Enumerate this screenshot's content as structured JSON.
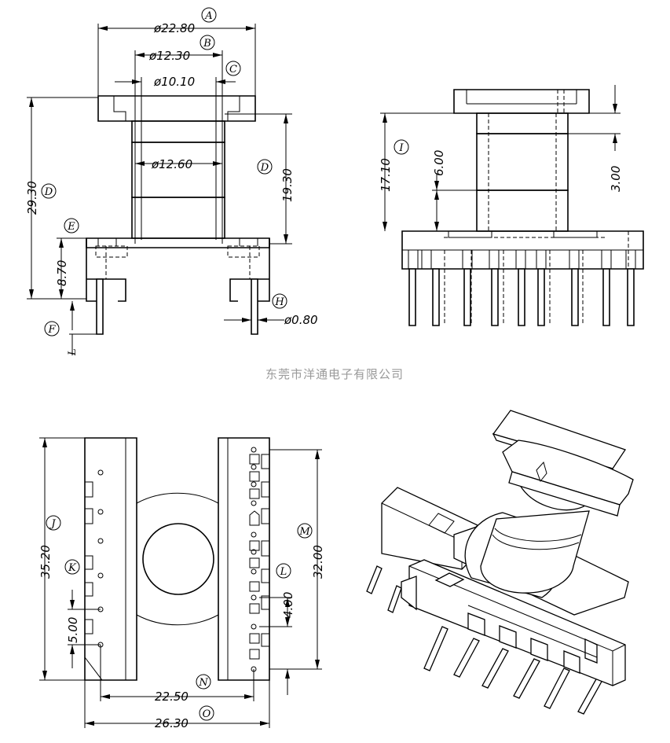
{
  "watermark": "东莞市洋通电子有限公司",
  "front_view": {
    "dims": {
      "A": "ø22.80",
      "B": "ø12.30",
      "C": "ø10.10",
      "inner": "ø12.60",
      "D_right": "19.30",
      "D_left": "29.30",
      "E": "8.70",
      "H": "ø0.80"
    },
    "labels": {
      "A": "A",
      "B": "B",
      "C": "C",
      "D1": "D",
      "D2": "D",
      "E": "E",
      "F": "F",
      "H": "H",
      "L": "L"
    }
  },
  "side_view": {
    "dims": {
      "I": "17.10",
      "mid": "6.00",
      "top": "3.00"
    },
    "labels": {
      "I": "I"
    }
  },
  "bottom_view": {
    "dims": {
      "J": "35.20",
      "K": "5.00",
      "L": "4.00",
      "M": "32.00",
      "N": "22.50",
      "O": "26.30"
    },
    "labels": {
      "J": "J",
      "K": "K",
      "L": "L",
      "M": "M",
      "N": "N",
      "O": "O"
    }
  }
}
